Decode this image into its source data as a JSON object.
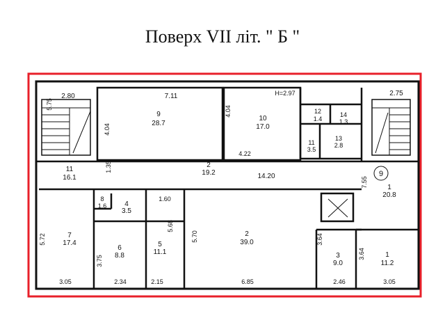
{
  "title": "Поверх VII літ. \" Б \"",
  "colors": {
    "frame": "#e8202a",
    "wall": "#111111"
  },
  "rooms": [
    {
      "id": "room-9",
      "num": "9",
      "area": "28.7"
    },
    {
      "id": "room-10",
      "num": "10",
      "area": "17.0"
    },
    {
      "id": "room-11",
      "num": "11",
      "area": "16.1"
    },
    {
      "id": "room-12",
      "num": "12",
      "area": "1.4"
    },
    {
      "id": "room-14",
      "num": "14",
      "area": "1.3"
    },
    {
      "id": "room-13",
      "num": "13",
      "area": "2.8"
    },
    {
      "id": "room-11b",
      "num": "11",
      "area": "3.5"
    },
    {
      "id": "room-2a",
      "num": "2",
      "area": "19.2"
    },
    {
      "id": "room-1a",
      "num": "1",
      "area": "20.8"
    },
    {
      "id": "room-8",
      "num": "8",
      "area": "1.6"
    },
    {
      "id": "room-4",
      "num": "4",
      "area": "3.5"
    },
    {
      "id": "room-7",
      "num": "7",
      "area": "17.4"
    },
    {
      "id": "room-6",
      "num": "6",
      "area": "8.8"
    },
    {
      "id": "room-5",
      "num": "5",
      "area": "11.1"
    },
    {
      "id": "room-2b",
      "num": "2",
      "area": "39.0"
    },
    {
      "id": "room-3",
      "num": "3",
      "area": "9.0"
    },
    {
      "id": "room-1b",
      "num": "1",
      "area": "11.2"
    }
  ],
  "dimensions": [
    "5.75",
    "2.80",
    "7.11",
    "H=2.97",
    "2.75",
    "4.04",
    "4.04",
    "4.22",
    "1.35",
    "14.20",
    "7.55",
    "1.60",
    "5.72",
    "5.68",
    "5.70",
    "3.64",
    "3.75",
    "3.64",
    "3.05",
    "2.34",
    "2.15",
    "6.85",
    "2.46",
    "3.05"
  ],
  "circle_label": "9"
}
